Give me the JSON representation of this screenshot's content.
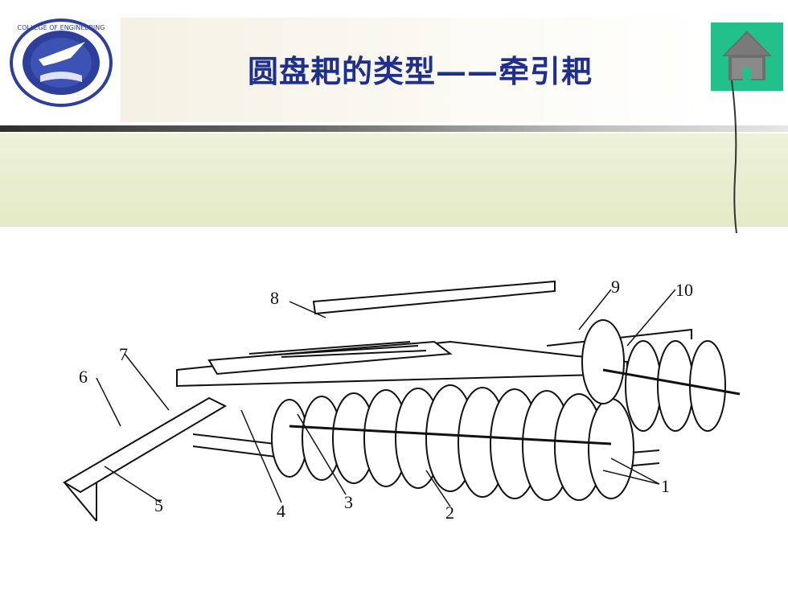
{
  "slide": {
    "title": "圆盘耙的类型——牵引耙",
    "home_icon": "home-icon",
    "logo_icon": "college-emblem-icon",
    "logo_text": "COLLEGE OF ENGINEERING"
  },
  "diagram": {
    "labels": [
      "1",
      "2",
      "3",
      "4",
      "5",
      "6",
      "7",
      "8",
      "9",
      "10"
    ]
  },
  "colors": {
    "title": "#1f2f8f",
    "home_button": "#22c08a",
    "band": "#e8edd0"
  }
}
